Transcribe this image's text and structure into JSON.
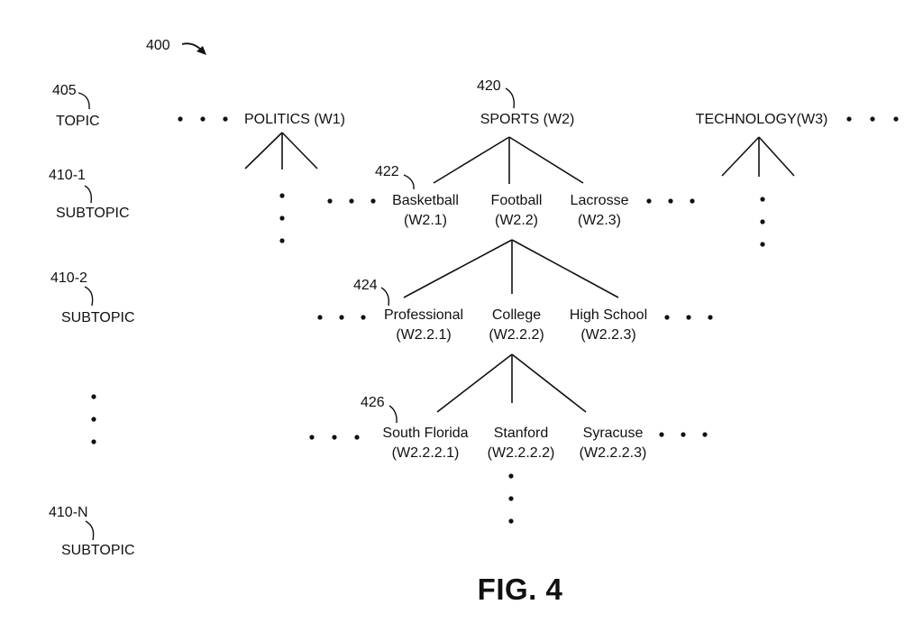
{
  "figure": {
    "ref": "400",
    "caption": "FIG. 4"
  },
  "levels": [
    {
      "ref": "405",
      "label": "TOPIC"
    },
    {
      "ref": "410-1",
      "label": "SUBTOPIC"
    },
    {
      "ref": "410-2",
      "label": "SUBTOPIC"
    },
    {
      "ref": "410-N",
      "label": "SUBTOPIC"
    }
  ],
  "topics": [
    {
      "name": "POLITICS",
      "id": "(W1)"
    },
    {
      "name": "SPORTS",
      "id": "(W2)",
      "ref": "420"
    },
    {
      "name": "TECHNOLOGY",
      "id": "(W3)"
    }
  ],
  "sports_subtopics": {
    "ref": "422",
    "items": [
      {
        "name": "Basketball",
        "id": "(W2.1)"
      },
      {
        "name": "Football",
        "id": "(W2.2)"
      },
      {
        "name": "Lacrosse",
        "id": "(W2.3)"
      }
    ]
  },
  "football_subtopics": {
    "ref": "424",
    "items": [
      {
        "name": "Professional",
        "id": "(W2.2.1)"
      },
      {
        "name": "College",
        "id": "(W2.2.2)"
      },
      {
        "name": "High School",
        "id": "(W2.2.3)"
      }
    ]
  },
  "college_subtopics": {
    "ref": "426",
    "items": [
      {
        "name": "South Florida",
        "id": "(W2.2.2.1)"
      },
      {
        "name": "Stanford",
        "id": "(W2.2.2.2)"
      },
      {
        "name": "Syracuse",
        "id": "(W2.2.2.3)"
      }
    ]
  }
}
